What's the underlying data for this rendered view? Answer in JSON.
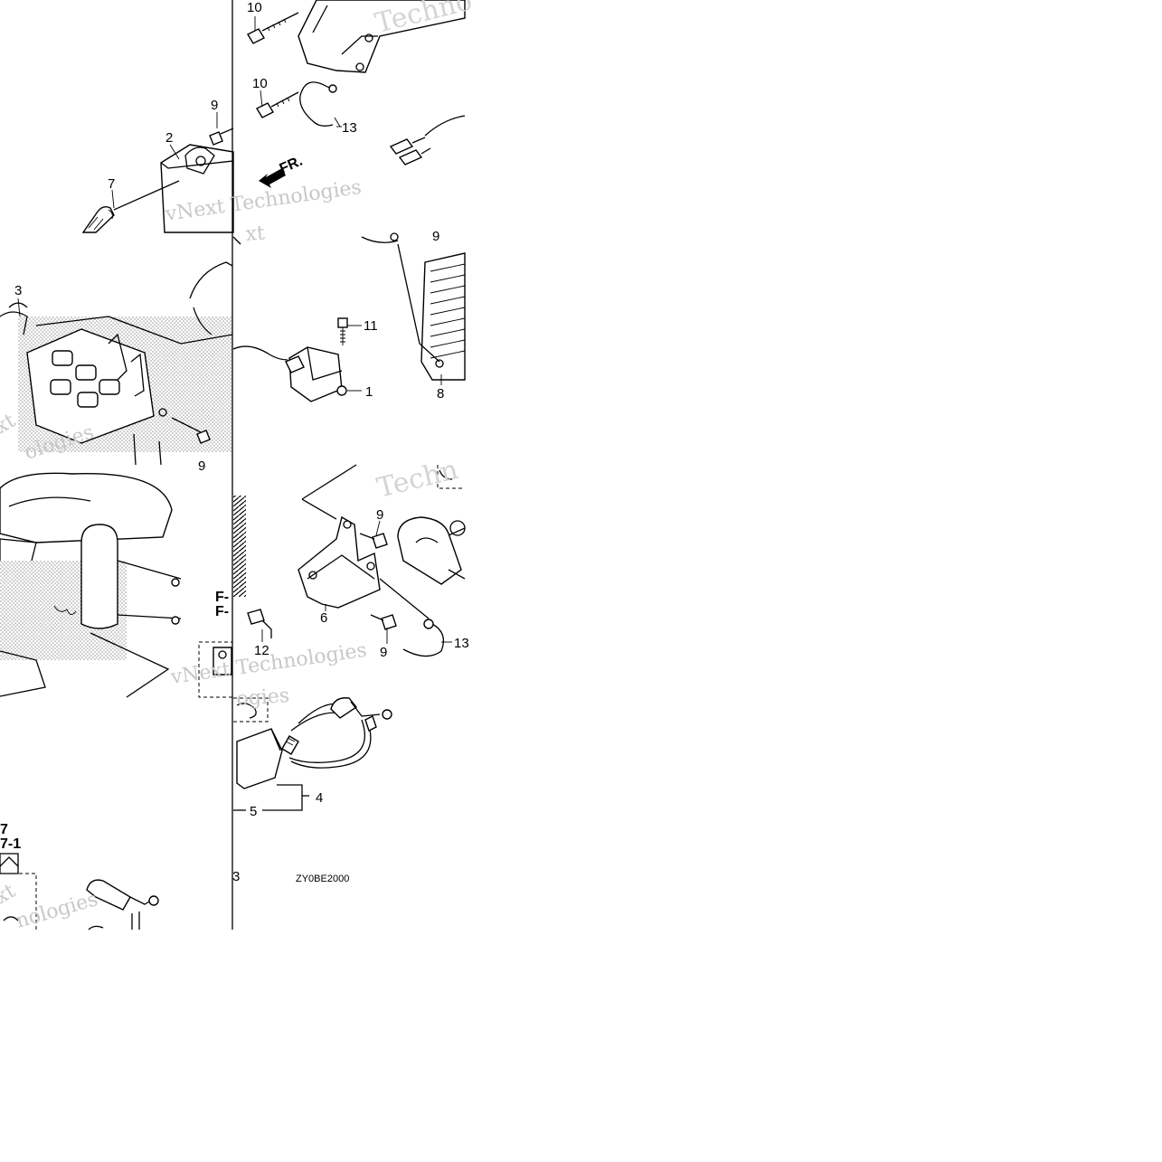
{
  "diagram": {
    "drawing_code": "ZY0BE2000",
    "direction_label": "FR.",
    "watermarks": [
      "vNext Technologies",
      "Techno",
      "Techn",
      "vNext",
      "ologies",
      "nologies",
      "ogies",
      "xt"
    ],
    "callouts": {
      "c1": "1",
      "c2": "2",
      "c3": "3",
      "c3b": "3",
      "c4": "4",
      "c5": "5",
      "c6": "6",
      "c7": "7",
      "c8": "8",
      "c9a": "9",
      "c9b": "9",
      "c9c": "9",
      "c9d": "9",
      "c9e": "9",
      "c10a": "10",
      "c10b": "10",
      "c11": "11",
      "c12": "12",
      "c13a": "13",
      "c13b": "13"
    },
    "references": {
      "f1": "F-",
      "f2": "F-",
      "f3": "7",
      "f4": "7-1"
    }
  }
}
